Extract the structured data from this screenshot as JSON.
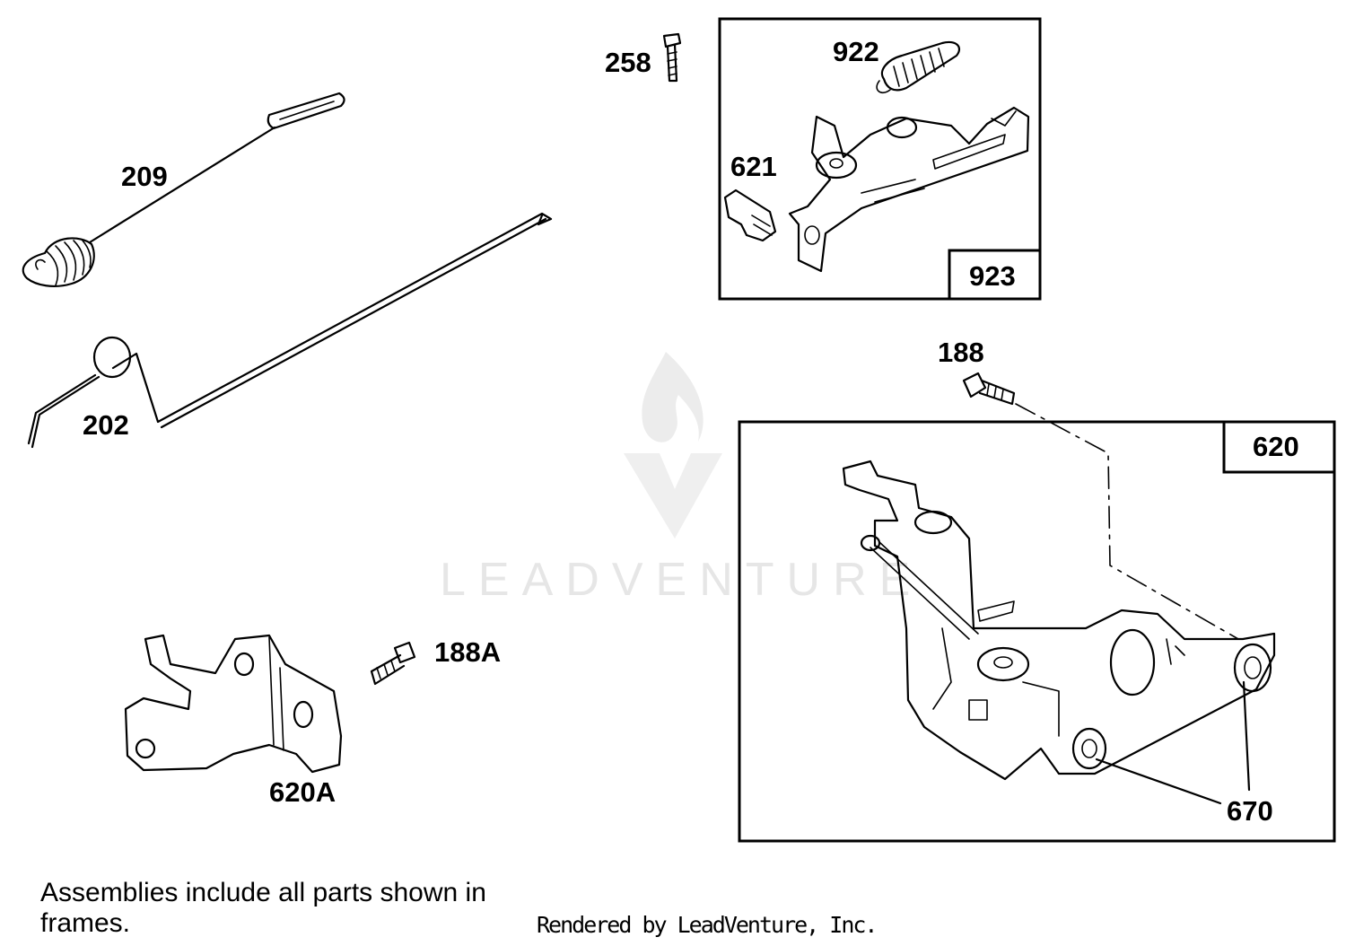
{
  "watermark": {
    "text": "LEADVENTURE"
  },
  "labels": {
    "p209": "209",
    "p202": "202",
    "p258": "258",
    "p922": "922",
    "p621": "621",
    "p923": "923",
    "p188": "188",
    "p620": "620",
    "p188A": "188A",
    "p620A": "620A",
    "p670": "670"
  },
  "footer": {
    "note": "Assemblies include all parts shown in frames.",
    "credit": "Rendered by LeadVenture, Inc."
  }
}
